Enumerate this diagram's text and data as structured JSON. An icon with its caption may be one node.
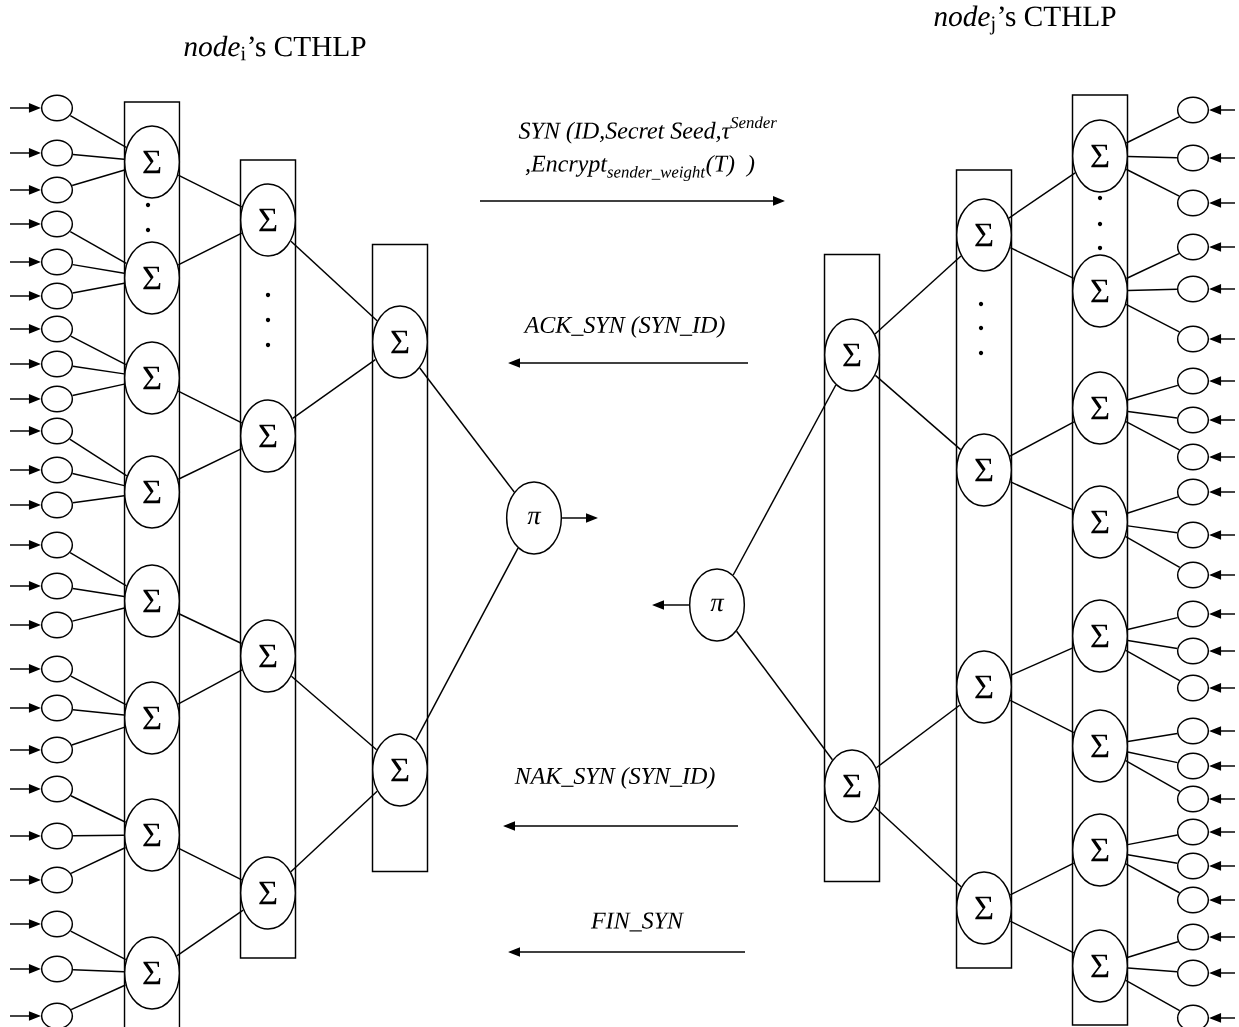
{
  "diagram": {
    "nodes": [
      {
        "text": [],
        "shape": "ellipse"
      },
      {
        "text": [],
        "shape": "ellipse"
      },
      {
        "text": [],
        "shape": "ellipse"
      },
      {
        "text": [],
        "shape": "ellipse"
      },
      {
        "text": [],
        "shape": "ellipse"
      },
      {
        "text": [],
        "shape": "ellipse"
      },
      {
        "text": [],
        "shape": "ellipse"
      },
      {
        "text": [],
        "shape": "ellipse"
      },
      {
        "text": [],
        "shape": "ellipse"
      },
      {
        "text": [],
        "shape": "ellipse"
      },
      {
        "text": [],
        "shape": "ellipse"
      },
      {
        "text": [],
        "shape": "ellipse"
      },
      {
        "text": [],
        "shape": "ellipse"
      },
      {
        "text": [],
        "shape": "ellipse"
      },
      {
        "text": [],
        "shape": "ellipse"
      },
      {
        "text": [],
        "shape": "ellipse"
      },
      {
        "text": [],
        "shape": "ellipse"
      },
      {
        "text": [],
        "shape": "ellipse"
      },
      {
        "text": [],
        "shape": "ellipse"
      },
      {
        "text": [],
        "shape": "ellipse"
      },
      {
        "text": [],
        "shape": "ellipse"
      },
      {
        "text": [],
        "shape": "ellipse"
      },
      {
        "text": [],
        "shape": "ellipse"
      },
      {
        "text": [],
        "shape": "ellipse"
      },
      {
        "text": [],
        "shape": "box"
      },
      {
        "text": [
          "Σ"
        ],
        "in": 24
      },
      {
        "text": [
          "Σ"
        ],
        "in": 24
      },
      {
        "text": [
          "Σ"
        ],
        "in": 24
      },
      {
        "text": [
          "Σ"
        ],
        "in": 24
      },
      {
        "text": [
          "Σ"
        ],
        "in": 24
      },
      {
        "text": [
          "Σ"
        ],
        "in": 24
      },
      {
        "text": [
          "Σ"
        ],
        "in": 24
      },
      {
        "text": [
          "Σ"
        ],
        "in": 24
      },
      {
        "text": [],
        "shape": "box"
      },
      {
        "text": [
          "Σ"
        ],
        "in": 33
      },
      {
        "text": [
          "Σ"
        ],
        "in": 33
      },
      {
        "text": [
          "Σ"
        ],
        "in": 33
      },
      {
        "text": [
          "Σ"
        ],
        "in": 33
      },
      {
        "text": [],
        "shape": "box"
      },
      {
        "text": [
          "Σ"
        ],
        "in": 38
      },
      {
        "text": [
          "Σ"
        ],
        "in": 38
      },
      {
        "text": [
          "π"
        ]
      },
      {
        "text": [],
        "shape": "ellipse"
      },
      {
        "text": [],
        "shape": "ellipse"
      },
      {
        "text": [],
        "shape": "ellipse"
      },
      {
        "text": [],
        "shape": "ellipse"
      },
      {
        "text": [],
        "shape": "ellipse"
      },
      {
        "text": [],
        "shape": "ellipse"
      },
      {
        "text": [],
        "shape": "ellipse"
      },
      {
        "text": [],
        "shape": "ellipse"
      },
      {
        "text": [],
        "shape": "ellipse"
      },
      {
        "text": [],
        "shape": "ellipse"
      },
      {
        "text": [],
        "shape": "ellipse"
      },
      {
        "text": [],
        "shape": "ellipse"
      },
      {
        "text": [],
        "shape": "ellipse"
      },
      {
        "text": [],
        "shape": "ellipse"
      },
      {
        "text": [],
        "shape": "ellipse"
      },
      {
        "text": [],
        "shape": "ellipse"
      },
      {
        "text": [],
        "shape": "ellipse"
      },
      {
        "text": [],
        "shape": "ellipse"
      },
      {
        "text": [],
        "shape": "ellipse"
      },
      {
        "text": [],
        "shape": "ellipse"
      },
      {
        "text": [],
        "shape": "ellipse"
      },
      {
        "text": [],
        "shape": "ellipse"
      },
      {
        "text": [],
        "shape": "ellipse"
      },
      {
        "text": [],
        "shape": "ellipse"
      },
      {
        "text": [],
        "shape": "box"
      },
      {
        "text": [
          "Σ"
        ],
        "in": 66
      },
      {
        "text": [
          "Σ"
        ],
        "in": 66
      },
      {
        "text": [
          "Σ"
        ],
        "in": 66
      },
      {
        "text": [
          "Σ"
        ],
        "in": 66
      },
      {
        "text": [
          "Σ"
        ],
        "in": 66
      },
      {
        "text": [
          "Σ"
        ],
        "in": 66
      },
      {
        "text": [
          "Σ"
        ],
        "in": 66
      },
      {
        "text": [
          "Σ"
        ],
        "in": 66
      },
      {
        "text": [],
        "shape": "box"
      },
      {
        "text": [
          "Σ"
        ],
        "in": 75
      },
      {
        "text": [
          "Σ"
        ],
        "in": 75
      },
      {
        "text": [
          "Σ"
        ],
        "in": 75
      },
      {
        "text": [
          "Σ"
        ],
        "in": 75
      },
      {
        "text": [],
        "shape": "box"
      },
      {
        "text": [
          "Σ"
        ],
        "in": 80
      },
      {
        "text": [
          "Σ"
        ],
        "in": 80
      },
      {
        "text": [
          "π"
        ]
      }
    ],
    "edges": [
      {
        "from": null,
        "to": 0,
        "arrow": "to"
      },
      {
        "from": null,
        "to": 1,
        "arrow": "to"
      },
      {
        "from": null,
        "to": 2,
        "arrow": "to"
      },
      {
        "from": null,
        "to": 3,
        "arrow": "to"
      },
      {
        "from": null,
        "to": 4,
        "arrow": "to"
      },
      {
        "from": null,
        "to": 5,
        "arrow": "to"
      },
      {
        "from": null,
        "to": 6,
        "arrow": "to"
      },
      {
        "from": null,
        "to": 7,
        "arrow": "to"
      },
      {
        "from": null,
        "to": 8,
        "arrow": "to"
      },
      {
        "from": null,
        "to": 9,
        "arrow": "to"
      },
      {
        "from": null,
        "to": 10,
        "arrow": "to"
      },
      {
        "from": null,
        "to": 11,
        "arrow": "to"
      },
      {
        "from": null,
        "to": 12,
        "arrow": "to"
      },
      {
        "from": null,
        "to": 13,
        "arrow": "to"
      },
      {
        "from": null,
        "to": 14,
        "arrow": "to"
      },
      {
        "from": null,
        "to": 15,
        "arrow": "to"
      },
      {
        "from": null,
        "to": 16,
        "arrow": "to"
      },
      {
        "from": null,
        "to": 17,
        "arrow": "to"
      },
      {
        "from": null,
        "to": 18,
        "arrow": "to"
      },
      {
        "from": null,
        "to": 19,
        "arrow": "to"
      },
      {
        "from": null,
        "to": 20,
        "arrow": "to"
      },
      {
        "from": null,
        "to": 21,
        "arrow": "to"
      },
      {
        "from": null,
        "to": 22,
        "arrow": "to"
      },
      {
        "from": null,
        "to": 23,
        "arrow": "to"
      },
      {
        "from": 0,
        "to": 25,
        "arrow": "none"
      },
      {
        "from": 1,
        "to": 25,
        "arrow": "none"
      },
      {
        "from": 2,
        "to": 25,
        "arrow": "none"
      },
      {
        "from": 3,
        "to": 26,
        "arrow": "none"
      },
      {
        "from": 4,
        "to": 26,
        "arrow": "none"
      },
      {
        "from": 5,
        "to": 26,
        "arrow": "none"
      },
      {
        "from": 6,
        "to": 27,
        "arrow": "none"
      },
      {
        "from": 7,
        "to": 27,
        "arrow": "none"
      },
      {
        "from": 8,
        "to": 27,
        "arrow": "none"
      },
      {
        "from": 9,
        "to": 28,
        "arrow": "none"
      },
      {
        "from": 10,
        "to": 28,
        "arrow": "none"
      },
      {
        "from": 11,
        "to": 28,
        "arrow": "none"
      },
      {
        "from": 12,
        "to": 29,
        "arrow": "none"
      },
      {
        "from": 13,
        "to": 29,
        "arrow": "none"
      },
      {
        "from": 14,
        "to": 29,
        "arrow": "none"
      },
      {
        "from": 15,
        "to": 30,
        "arrow": "none"
      },
      {
        "from": 16,
        "to": 30,
        "arrow": "none"
      },
      {
        "from": 17,
        "to": 30,
        "arrow": "none"
      },
      {
        "from": 18,
        "to": 31,
        "arrow": "none"
      },
      {
        "from": 19,
        "to": 31,
        "arrow": "none"
      },
      {
        "from": 20,
        "to": 31,
        "arrow": "none"
      },
      {
        "from": 21,
        "to": 32,
        "arrow": "none"
      },
      {
        "from": 22,
        "to": 32,
        "arrow": "none"
      },
      {
        "from": 23,
        "to": 32,
        "arrow": "none"
      },
      {
        "from": 25,
        "to": 34,
        "arrow": "none"
      },
      {
        "from": 26,
        "to": 34,
        "arrow": "none"
      },
      {
        "from": 27,
        "to": 35,
        "arrow": "none"
      },
      {
        "from": 28,
        "to": 35,
        "arrow": "none"
      },
      {
        "from": 29,
        "to": 36,
        "arrow": "none"
      },
      {
        "from": 30,
        "to": 36,
        "arrow": "none"
      },
      {
        "from": 31,
        "to": 37,
        "arrow": "none"
      },
      {
        "from": 32,
        "to": 37,
        "arrow": "none"
      },
      {
        "from": 34,
        "to": 39,
        "arrow": "none"
      },
      {
        "from": 35,
        "to": 39,
        "arrow": "none"
      },
      {
        "from": 36,
        "to": 40,
        "arrow": "none"
      },
      {
        "from": 37,
        "to": 40,
        "arrow": "none"
      },
      {
        "from": 39,
        "to": 41,
        "arrow": "none"
      },
      {
        "from": 40,
        "to": 41,
        "arrow": "none"
      },
      {
        "from": 41,
        "to": null,
        "arrow": "to"
      },
      {
        "from": null,
        "to": 42,
        "arrow": "to"
      },
      {
        "from": null,
        "to": 43,
        "arrow": "to"
      },
      {
        "from": null,
        "to": 44,
        "arrow": "to"
      },
      {
        "from": null,
        "to": 45,
        "arrow": "to"
      },
      {
        "from": null,
        "to": 46,
        "arrow": "to"
      },
      {
        "from": null,
        "to": 47,
        "arrow": "to"
      },
      {
        "from": null,
        "to": 48,
        "arrow": "to"
      },
      {
        "from": null,
        "to": 49,
        "arrow": "to"
      },
      {
        "from": null,
        "to": 50,
        "arrow": "to"
      },
      {
        "from": null,
        "to": 51,
        "arrow": "to"
      },
      {
        "from": null,
        "to": 52,
        "arrow": "to"
      },
      {
        "from": null,
        "to": 53,
        "arrow": "to"
      },
      {
        "from": null,
        "to": 54,
        "arrow": "to"
      },
      {
        "from": null,
        "to": 55,
        "arrow": "to"
      },
      {
        "from": null,
        "to": 56,
        "arrow": "to"
      },
      {
        "from": null,
        "to": 57,
        "arrow": "to"
      },
      {
        "from": null,
        "to": 58,
        "arrow": "to"
      },
      {
        "from": null,
        "to": 59,
        "arrow": "to"
      },
      {
        "from": null,
        "to": 60,
        "arrow": "to"
      },
      {
        "from": null,
        "to": 61,
        "arrow": "to"
      },
      {
        "from": null,
        "to": 62,
        "arrow": "to"
      },
      {
        "from": null,
        "to": 63,
        "arrow": "to"
      },
      {
        "from": null,
        "to": 64,
        "arrow": "to"
      },
      {
        "from": null,
        "to": 65,
        "arrow": "to"
      },
      {
        "from": 42,
        "to": 67,
        "arrow": "none"
      },
      {
        "from": 43,
        "to": 67,
        "arrow": "none"
      },
      {
        "from": 44,
        "to": 67,
        "arrow": "none"
      },
      {
        "from": 45,
        "to": 68,
        "arrow": "none"
      },
      {
        "from": 46,
        "to": 68,
        "arrow": "none"
      },
      {
        "from": 47,
        "to": 68,
        "arrow": "none"
      },
      {
        "from": 48,
        "to": 69,
        "arrow": "none"
      },
      {
        "from": 49,
        "to": 69,
        "arrow": "none"
      },
      {
        "from": 50,
        "to": 69,
        "arrow": "none"
      },
      {
        "from": 51,
        "to": 70,
        "arrow": "none"
      },
      {
        "from": 52,
        "to": 70,
        "arrow": "none"
      },
      {
        "from": 53,
        "to": 70,
        "arrow": "none"
      },
      {
        "from": 54,
        "to": 71,
        "arrow": "none"
      },
      {
        "from": 55,
        "to": 71,
        "arrow": "none"
      },
      {
        "from": 56,
        "to": 71,
        "arrow": "none"
      },
      {
        "from": 57,
        "to": 72,
        "arrow": "none"
      },
      {
        "from": 58,
        "to": 72,
        "arrow": "none"
      },
      {
        "from": 59,
        "to": 72,
        "arrow": "none"
      },
      {
        "from": 60,
        "to": 73,
        "arrow": "none"
      },
      {
        "from": 61,
        "to": 73,
        "arrow": "none"
      },
      {
        "from": 62,
        "to": 73,
        "arrow": "none"
      },
      {
        "from": 63,
        "to": 74,
        "arrow": "none"
      },
      {
        "from": 64,
        "to": 74,
        "arrow": "none"
      },
      {
        "from": 65,
        "to": 74,
        "arrow": "none"
      },
      {
        "from": 67,
        "to": 76,
        "arrow": "none"
      },
      {
        "from": 68,
        "to": 76,
        "arrow": "none"
      },
      {
        "from": 69,
        "to": 77,
        "arrow": "none"
      },
      {
        "from": 70,
        "to": 77,
        "arrow": "none"
      },
      {
        "from": 71,
        "to": 78,
        "arrow": "none"
      },
      {
        "from": 72,
        "to": 78,
        "arrow": "none"
      },
      {
        "from": 73,
        "to": 79,
        "arrow": "none"
      },
      {
        "from": 74,
        "to": 79,
        "arrow": "none"
      },
      {
        "from": 76,
        "to": 81,
        "arrow": "none"
      },
      {
        "from": 77,
        "to": 81,
        "arrow": "none"
      },
      {
        "from": 78,
        "to": 82,
        "arrow": "none"
      },
      {
        "from": 79,
        "to": 82,
        "arrow": "none"
      },
      {
        "from": 81,
        "to": 83,
        "arrow": "none"
      },
      {
        "from": 82,
        "to": 83,
        "arrow": "none"
      },
      {
        "from": 83,
        "to": null,
        "arrow": "to"
      }
    ],
    "labels": [
      "*node*$_{i}$’s CTHLP",
      "*node*$_{j}$’s CTHLP",
      "\\textit{SYN (ID,Secret Seed,τ}^{\\textit{Sender}}",
      "\\textit{,Encrypt}_{\\textit{sender\\_weight}}\\textit{(T)\\ \\ )}",
      "ACK_SYN (SYN_ID)",
      "NAK_SYN (SYN_ID)",
      "FIN_SYN"
    ]
  }
}
